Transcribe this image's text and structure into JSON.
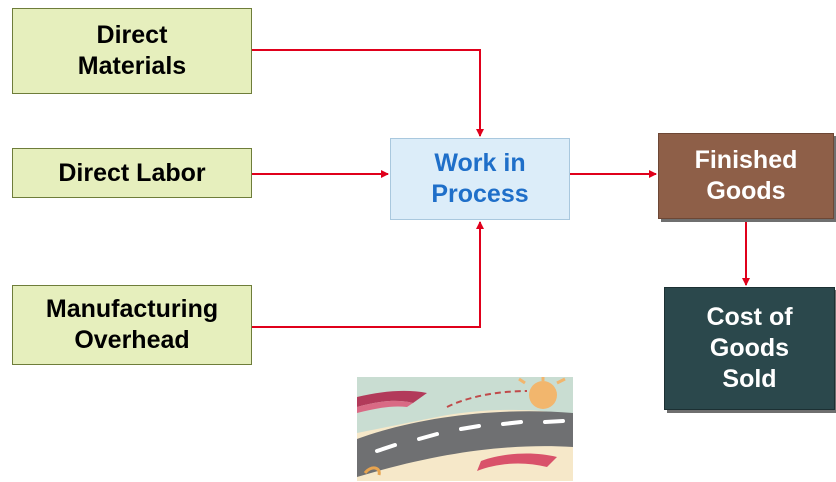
{
  "nodes": {
    "direct_materials": "Direct\nMaterials",
    "direct_labor": "Direct Labor",
    "manufacturing_overhead": "Manufacturing\nOverhead",
    "work_in_process": "Work in\nProcess",
    "finished_goods": "Finished\nGoods",
    "cost_of_goods_sold": "Cost of\nGoods\nSold"
  },
  "edges": [
    {
      "from": "direct_materials",
      "to": "work_in_process"
    },
    {
      "from": "direct_labor",
      "to": "work_in_process"
    },
    {
      "from": "manufacturing_overhead",
      "to": "work_in_process"
    },
    {
      "from": "work_in_process",
      "to": "finished_goods"
    },
    {
      "from": "finished_goods",
      "to": "cost_of_goods_sold"
    }
  ],
  "colors": {
    "arrow": "#e0001b",
    "input_box": "#e6efbd",
    "wip_box": "#dcedf9",
    "wip_text": "#1f6fc9",
    "finished_goods_box": "#8e5f48",
    "cogs_box": "#2b484c"
  },
  "decoration": {
    "icon": "road-clipart-icon"
  }
}
